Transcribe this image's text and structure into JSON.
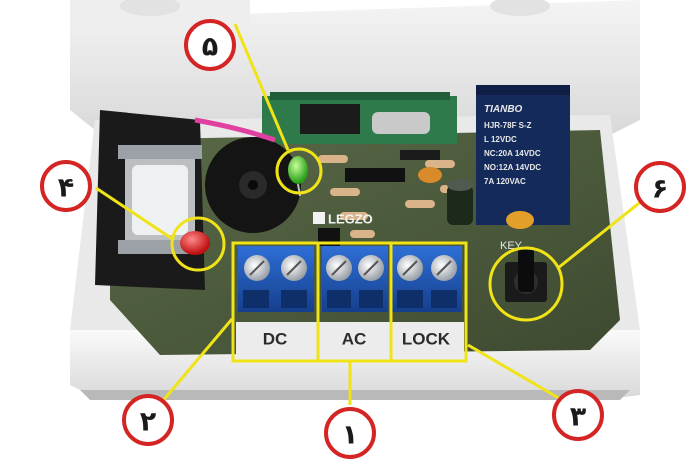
{
  "board": {
    "brand_silkscreen": "LEGZO",
    "key_silkscreen": "KEY"
  },
  "relay": {
    "brand": "TIANBO",
    "lines": [
      "HJR-78F S-Z",
      "L 12VDC",
      "NC:20A 14VDC",
      "NO:12A 14VDC",
      "7A 120VAC"
    ]
  },
  "terminals": [
    {
      "id": "dc",
      "label": "DC"
    },
    {
      "id": "ac",
      "label": "AC"
    },
    {
      "id": "lock",
      "label": "LOCK"
    }
  ],
  "callouts": [
    {
      "id": "1",
      "label": "١",
      "target": "ac-terminal"
    },
    {
      "id": "2",
      "label": "٢",
      "target": "dc-terminal"
    },
    {
      "id": "3",
      "label": "٣",
      "target": "lock-terminal"
    },
    {
      "id": "4",
      "label": "۴",
      "target": "red-led"
    },
    {
      "id": "5",
      "label": "۵",
      "target": "green-led"
    },
    {
      "id": "6",
      "label": "۶",
      "target": "key-button"
    }
  ],
  "colors": {
    "callout_ring": "#d42424",
    "highlight": "#f0e318",
    "pcb": "#4a5a3a",
    "terminal_block": "#1f57b8"
  }
}
